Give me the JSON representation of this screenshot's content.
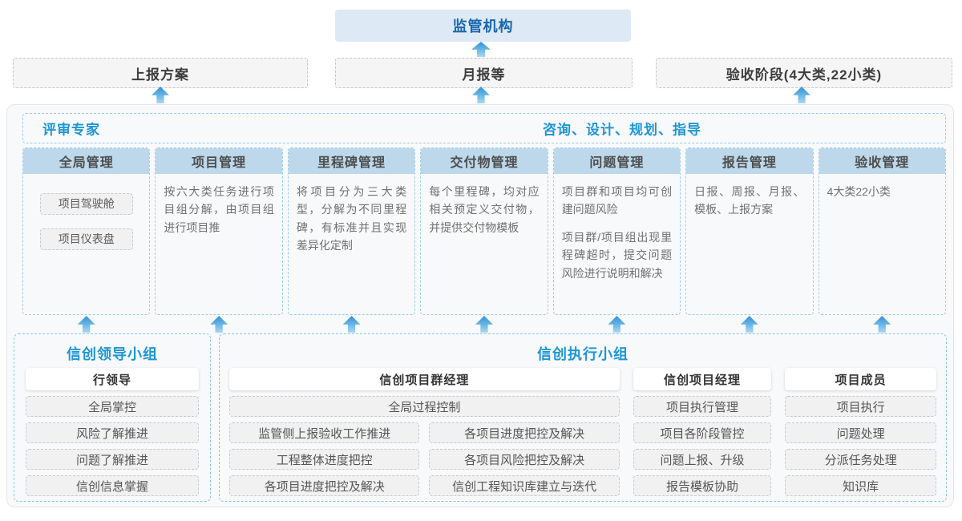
{
  "colors": {
    "accent_blue": "#1d96d3",
    "regulator_bg": "#dde9f4",
    "regulator_text": "#1a66ab",
    "module_header_bg": "#bcd8ea",
    "dashed_blue_border": "#9ecbe7",
    "arrow_blue": "#2f92d4",
    "panel_bg": "#f8f9fa",
    "gray_box_bg": "#f1f1f2"
  },
  "top": {
    "regulator": "监管机构",
    "outputs": [
      "上报方案",
      "月报等",
      "验收阶段(4大类,22小类)"
    ]
  },
  "platform": {
    "experts": "评审专家",
    "guidance": "咨询、设计、规划、指导",
    "modules": [
      {
        "title": "全局管理",
        "tags": [
          "项目驾驶舱",
          "项目仪表盘"
        ]
      },
      {
        "title": "项目管理",
        "paragraphs": [
          "按六大类任务进行项目组分解，由项目组进行项目推"
        ]
      },
      {
        "title": "里程碑管理",
        "paragraphs": [
          "将项目分为三大类型，分解为不同里程碑，有标准并且实现差异化定制"
        ]
      },
      {
        "title": "交付物管理",
        "paragraphs": [
          "每个里程碑，均对应相关预定义交付物，并提供交付物模板"
        ]
      },
      {
        "title": "问题管理",
        "paragraphs": [
          "项目群和项目均可创建问题风险",
          "项目群/项目组出现里程碑超时，提交问题风险进行说明和解决"
        ]
      },
      {
        "title": "报告管理",
        "paragraphs": [
          "日报、周报、月报、模板、上报方案"
        ]
      },
      {
        "title": "验收管理",
        "paragraphs": [
          "4大类22小类"
        ]
      }
    ]
  },
  "teams": {
    "leader": {
      "title": "信创领导小组",
      "role": "行领导",
      "items": [
        "全局掌控",
        "风险了解推进",
        "问题了解推进",
        "信创信息掌握"
      ]
    },
    "exec": {
      "title": "信创执行小组",
      "sections": [
        {
          "role": "信创项目群经理",
          "full_item": "全局过程控制",
          "left_items": [
            "监管侧上报验收工作推进",
            "工程整体进度把控",
            "各项目进度把控及解决"
          ],
          "right_items": [
            "各项目进度把控及解决",
            "各项目风险把控及解决",
            "信创工程知识库建立与迭代"
          ]
        },
        {
          "role": "信创项目经理",
          "items": [
            "项目执行管理",
            "项目各阶段管控",
            "问题上报、升级",
            "报告模板协助"
          ]
        },
        {
          "role": "项目成员",
          "items": [
            "项目执行",
            "问题处理",
            "分派任务处理",
            "知识库"
          ]
        }
      ]
    }
  }
}
